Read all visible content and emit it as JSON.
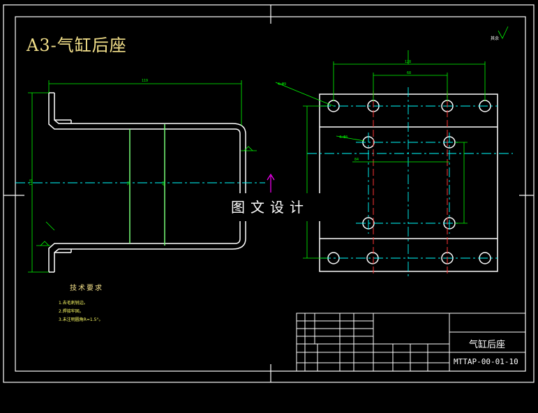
{
  "title_label": "A3-气缸后座",
  "watermark": "图文设计",
  "tech_requirements": {
    "title": "技术要求",
    "items": [
      "1.去毛刺锐边。",
      "2.焊接牢固。",
      "3.未注明圆角R=1.5°。"
    ]
  },
  "title_block": {
    "part_name": "气缸后座",
    "drawing_number": "MTTAP-00-01-10"
  },
  "roughness_note": "其余",
  "colors": {
    "background": "#000000",
    "outline": "#ffffff",
    "dimension": "#00ff00",
    "centerline": "#00ffff",
    "hidden": "#ff3333",
    "title": "#f3e08a",
    "arrow": "#ff00ff"
  }
}
